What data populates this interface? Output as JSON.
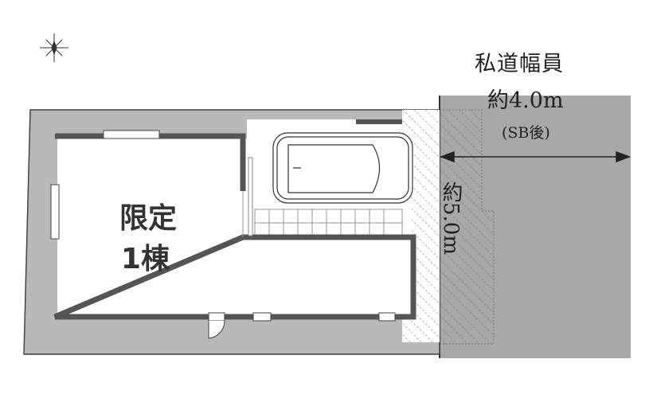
{
  "road": {
    "title": "私道幅員",
    "width": "約4.0m",
    "note": "(SB後)"
  },
  "frontage": {
    "label": "約5.0m"
  },
  "house": {
    "line1": "限定",
    "line2": "1棟"
  },
  "colors": {
    "lot": "#b9b9b9",
    "road": "#a8a8a8",
    "wall": "#555555"
  }
}
